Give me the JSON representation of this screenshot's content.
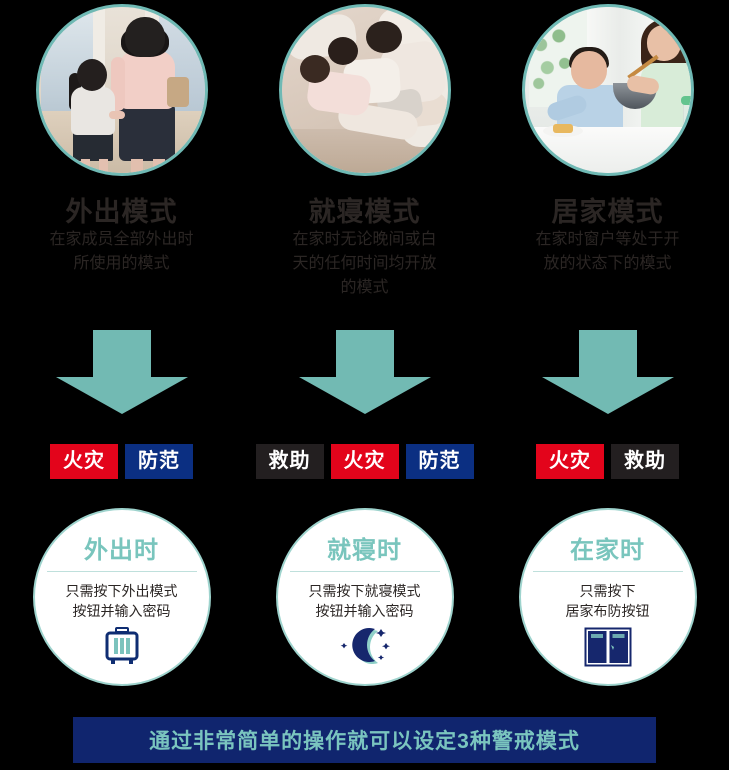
{
  "columns": [
    {
      "photo": {
        "name": "photo-leaving-home",
        "alt": "母亲与女儿外出"
      },
      "title": "外出模式",
      "desc": "在家成员全部外出时\n所使用的模式",
      "arrow": "down-arrow-icon",
      "badges": [
        {
          "label": "火灾",
          "color": "#e3041b",
          "style": "red"
        },
        {
          "label": "防范",
          "color": "#0b2f82",
          "style": "blue"
        }
      ],
      "card": {
        "title": "外出时",
        "text": "只需按下外出模式\n按钮并输入密码",
        "icon": "suitcase-icon"
      }
    },
    {
      "photo": {
        "name": "photo-family-sleeping",
        "alt": "一家人睡觉"
      },
      "title": "就寝模式",
      "desc": "在家时无论晚间或白\n天的任何时间均开放\n的模式",
      "arrow": "down-arrow-icon",
      "badges": [
        {
          "label": "救助",
          "color": "#231f20",
          "style": "dark"
        },
        {
          "label": "火灾",
          "color": "#e3041b",
          "style": "red"
        },
        {
          "label": "防范",
          "color": "#0b2f82",
          "style": "blue"
        }
      ],
      "card": {
        "title": "就寝时",
        "text": "只需按下就寝模式\n按钮并输入密码",
        "icon": "moon-stars-icon"
      }
    },
    {
      "photo": {
        "name": "photo-couple-at-home",
        "alt": "夫妇在家用餐"
      },
      "title": "居家模式",
      "desc": "在家时窗户等处于开\n放的状态下的模式",
      "arrow": "down-arrow-icon",
      "badges": [
        {
          "label": "火灾",
          "color": "#e3041b",
          "style": "red"
        },
        {
          "label": "救助",
          "color": "#231f20",
          "style": "dark"
        }
      ],
      "card": {
        "title": "在家时",
        "text": "只需按下\n居家布防按钮",
        "icon": "double-door-icon"
      }
    }
  ],
  "banner": {
    "text": "通过非常简单的操作就可以设定3种警戒模式",
    "background": "#10256e",
    "text_color": "#7ac5bf"
  },
  "theme": {
    "arrow_color": "#72bab3",
    "ring_color": "#6fb9b4",
    "card_border": "#9ed3cd",
    "card_title_color": "#79c5bd",
    "page_background": "#000000"
  }
}
